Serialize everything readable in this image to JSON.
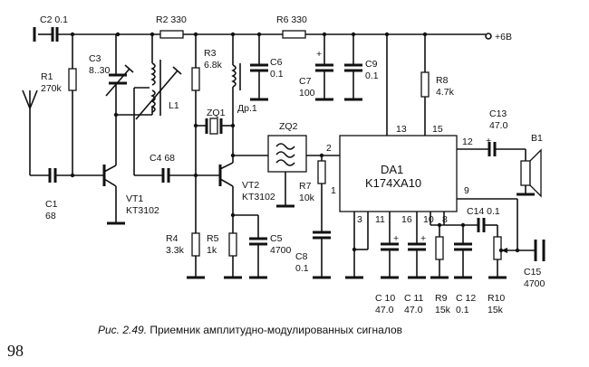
{
  "labels": {
    "c2": "C2 0.1",
    "r2": "R2 330",
    "r6": "R6 330",
    "power": "+6В",
    "r1_name": "R1",
    "r1_val": "270k",
    "c3_name": "C3",
    "c3_val": "8..30",
    "l1": "L1",
    "r3_name": "R3",
    "r3_val": "6.8k",
    "c6_name": "C6",
    "c6_val": "0.1",
    "dr1": "Др.1",
    "zq1": "ZQ1",
    "zq2": "ZQ2",
    "c7_name": "C7",
    "c7_val": "100",
    "c7_plus": "+",
    "c9_name": "C9",
    "c9_val": "0.1",
    "r8_name": "R8",
    "r8_val": "4.7k",
    "c13_name": "C13",
    "c13_val": "47.0",
    "c13_plus": "+",
    "b1": "B1",
    "c4": "C4 68",
    "c1_name": "C1",
    "c1_val": "68",
    "vt1_name": "VT1",
    "vt1_val": "KT3102",
    "vt2_name": "VT2",
    "vt2_val": "KT3102",
    "r4_name": "R4",
    "r4_val": "3.3k",
    "r5_name": "R5",
    "r5_val": "1k",
    "c5_name": "C5",
    "c5_val": "4700",
    "r7_name": "R7",
    "r7_val": "10k",
    "c8_name": "C8",
    "c8_val": "0.1",
    "da1_name": "DA1",
    "da1_val": "K174XA10",
    "pin13": "13",
    "pin15": "15",
    "pin12": "12",
    "pin2": "2",
    "pin1": "1",
    "pin9": "9",
    "pin3": "3",
    "pin11": "11",
    "pin16": "16",
    "pin10": "10",
    "pin8": "8",
    "c14": "C14 0.1",
    "c15_name": "C15",
    "c15_val": "4700",
    "c10_name": "C 10",
    "c10_val": "47.0",
    "c10_plus": "+",
    "c11_name": "C 11",
    "c11_val": "47.0",
    "c11_plus": "+",
    "r9_name": "R9",
    "r9_val": "15k",
    "c12_name": "C 12",
    "c12_val": "0.1",
    "r10_name": "R10",
    "r10_val": "15k"
  },
  "caption": {
    "figure": "Рис. 2.49.",
    "text": " Приемник амплитудно-модулированных сигналов"
  },
  "page_number": "98"
}
